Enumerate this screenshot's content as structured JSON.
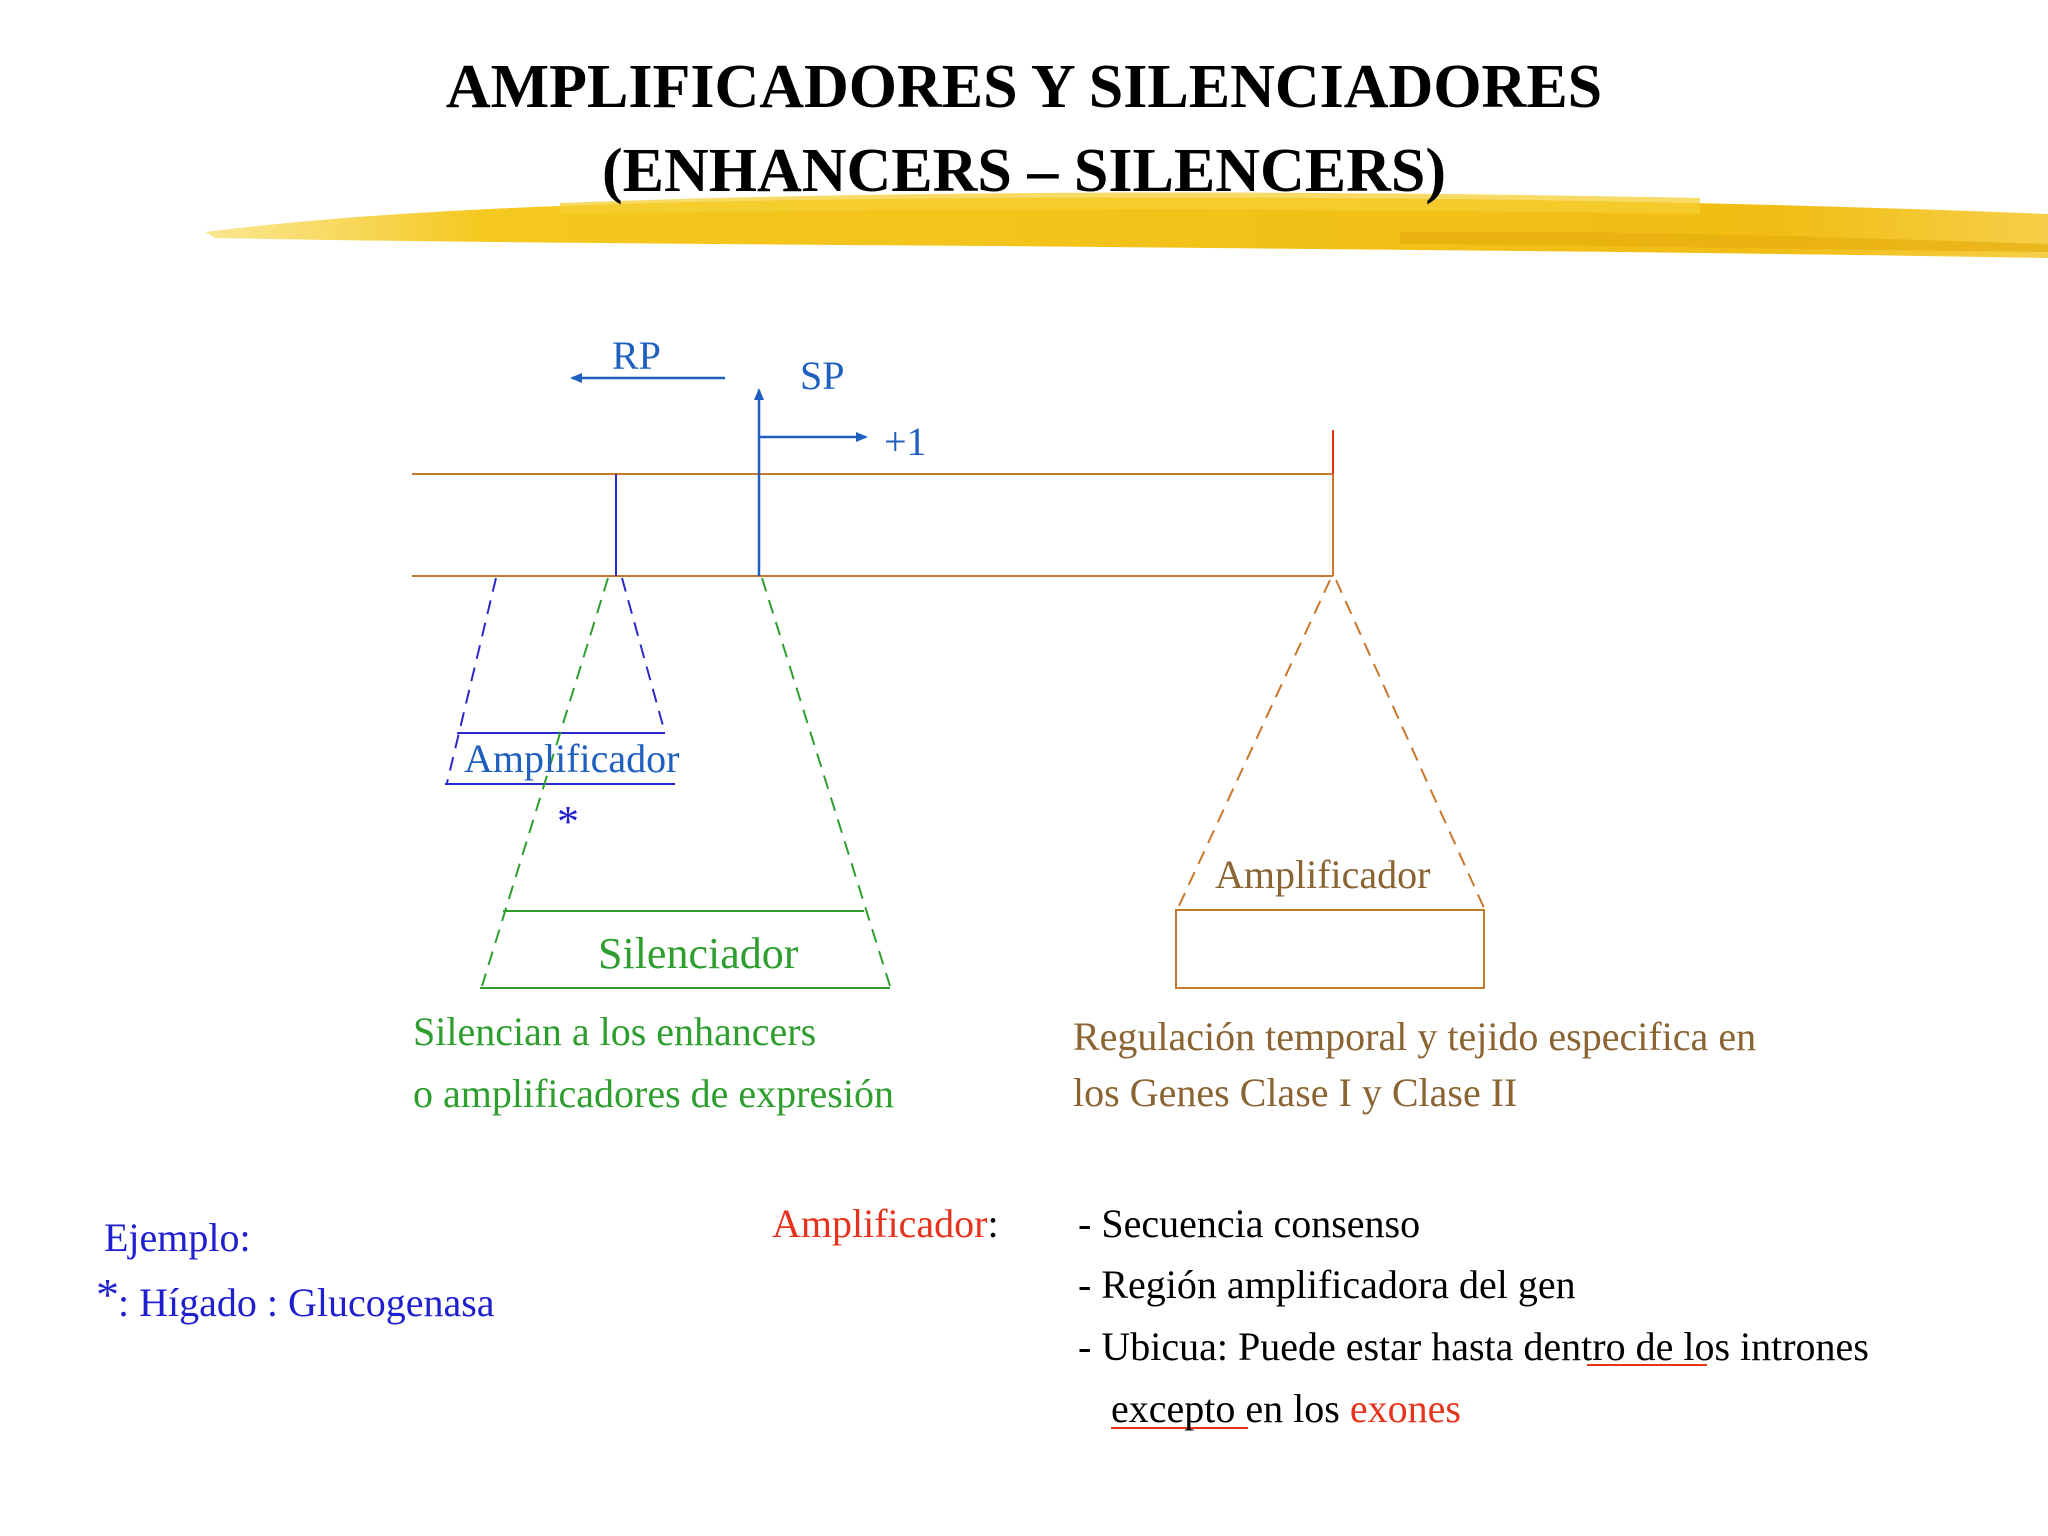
{
  "title": {
    "line1": "AMPLIFICADORES Y SILENCIADORES",
    "line2": "(ENHANCERS – SILENCERS)"
  },
  "colors": {
    "blue": "#1f5fbf",
    "navy": "#1f1fd0",
    "green": "#2e9e2e",
    "brown": "#8a6432",
    "orange": "#c9772b",
    "red": "#e8331c",
    "brush": "#f2c21b"
  },
  "diagram": {
    "rp_label": "RP",
    "sp_label": "SP",
    "plus1_label": "+1",
    "amplificador_left": "Amplificador",
    "asterisk": "*",
    "silenciador": "Silenciador",
    "amplificador_right": "Amplificador"
  },
  "captions": {
    "silencer_line1": "Silencian a los enhancers",
    "silencer_line2": "o amplificadores de expresión",
    "enhancer_line1": "Regulación temporal y tejido especifica en",
    "enhancer_line2": "los  Genes Clase I y Clase II"
  },
  "example": {
    "heading": "Ejemplo:",
    "asterisk": "*",
    "text": ":  Hígado : Glucogenasa"
  },
  "notes": {
    "label": "Amplificador",
    "colon": ":",
    "item1": "- Secuencia consenso",
    "item2": "- Región amplificadora del gen",
    "item3": "- Ubicua: Puede estar hasta dentro de los intrones",
    "item4_a": "excepto en los ",
    "item4_b": "exones"
  }
}
